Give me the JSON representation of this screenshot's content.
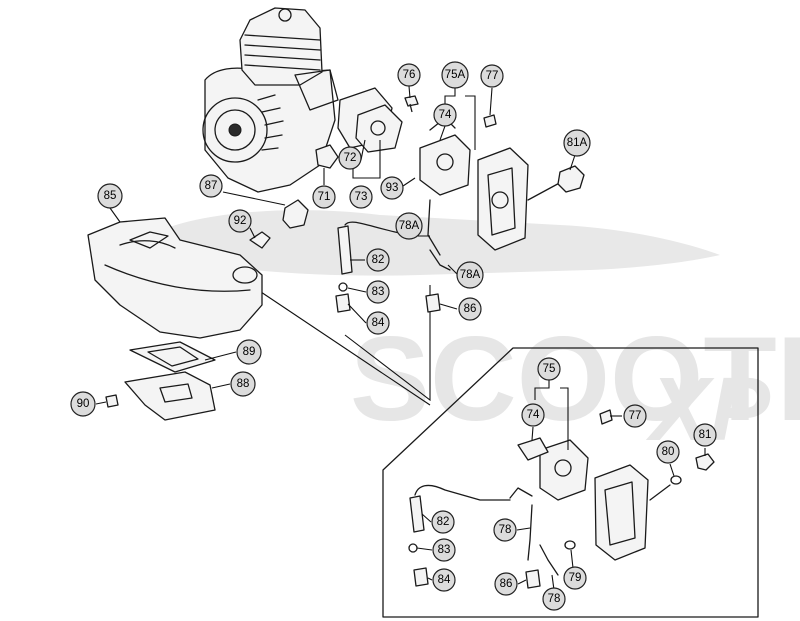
{
  "watermark": {
    "text": "SCOOTER",
    "suffix": "XP"
  },
  "callouts": [
    {
      "id": "c76",
      "label": "76"
    },
    {
      "id": "c75A",
      "label": "75A"
    },
    {
      "id": "c77a",
      "label": "77"
    },
    {
      "id": "c74a",
      "label": "74"
    },
    {
      "id": "c81A",
      "label": "81A"
    },
    {
      "id": "c72",
      "label": "72"
    },
    {
      "id": "c73",
      "label": "73"
    },
    {
      "id": "c93",
      "label": "93"
    },
    {
      "id": "c71",
      "label": "71"
    },
    {
      "id": "c87",
      "label": "87"
    },
    {
      "id": "c85",
      "label": "85"
    },
    {
      "id": "c92",
      "label": "92"
    },
    {
      "id": "c78Aa",
      "label": "78A"
    },
    {
      "id": "c82a",
      "label": "82"
    },
    {
      "id": "c78Ab",
      "label": "78A"
    },
    {
      "id": "c83a",
      "label": "83"
    },
    {
      "id": "c86a",
      "label": "86"
    },
    {
      "id": "c84a",
      "label": "84"
    },
    {
      "id": "c89",
      "label": "89"
    },
    {
      "id": "c88",
      "label": "88"
    },
    {
      "id": "c90",
      "label": "90"
    },
    {
      "id": "c75",
      "label": "75"
    },
    {
      "id": "c74b",
      "label": "74"
    },
    {
      "id": "c77b",
      "label": "77"
    },
    {
      "id": "c81",
      "label": "81"
    },
    {
      "id": "c80",
      "label": "80"
    },
    {
      "id": "c82b",
      "label": "82"
    },
    {
      "id": "c78a",
      "label": "78"
    },
    {
      "id": "c83b",
      "label": "83"
    },
    {
      "id": "c79",
      "label": "79"
    },
    {
      "id": "c84b",
      "label": "84"
    },
    {
      "id": "c86b",
      "label": "86"
    },
    {
      "id": "c78b",
      "label": "78"
    }
  ]
}
